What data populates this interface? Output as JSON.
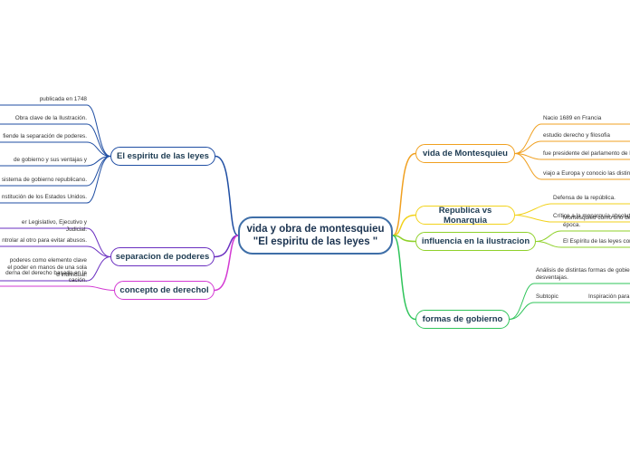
{
  "central": {
    "text": "vida y obra de montesquieu\n\"El espiritu de  las leyes \""
  },
  "left_branches": [
    {
      "label": "El espiritu de las leyes",
      "color": "#1f4ea3",
      "subtopics": [
        "publicada en 1748",
        "Obra clave de la Ilustración.",
        "fiende la separación de poderes.",
        "de gobierno y sus ventajas y",
        "sistema de gobierno republicano.",
        "nstitución de los Estados Unidos."
      ]
    },
    {
      "label": "separacion de poderes",
      "color": "#6a2fc0",
      "subtopics": [
        "er Legislativo, Ejecutivo y Judicial.",
        "ntrolar al otro para evitar abusos.",
        "poderes como elemento clave\nel poder en manos de una sola\nd individual."
      ]
    },
    {
      "label": "concepto de derechol",
      "color": "#d33ad3",
      "subtopics": [
        "derna del derecho basada en la\ncación."
      ]
    }
  ],
  "right_branches": [
    {
      "label": "vida de Montesquieu",
      "color": "#f0a020",
      "subtopics": [
        "Nacio 1689 en Francia",
        "estudio derecho y filosofia",
        "fue presidente del parlamento de B",
        "viajo a Europa y conocio las distinta"
      ]
    },
    {
      "label": "Republica vs Monarquia",
      "color": "#f2d21b",
      "subtopics": [
        "Defensa de la república.",
        "Crítica a la monarquía absolut"
      ]
    },
    {
      "label": "influencia en la ilustracion",
      "color": "#8fd12a",
      "subtopics": [
        "Montesquieu como uno de\népoca.",
        "El Espíritu de las leyes com"
      ]
    },
    {
      "label": "formas de gobierno",
      "color": "#2fc45a",
      "subtopics": [
        "Análisis de distintas formas de gobie\ndesventajas.",
        "Subtopic",
        "Inspiración para"
      ]
    }
  ]
}
